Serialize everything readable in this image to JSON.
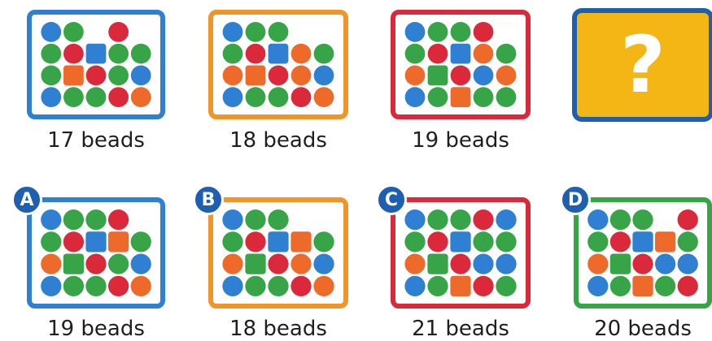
{
  "colors": {
    "blue": "#2f7fd2",
    "green": "#37a447",
    "lightgreen": "#5cb85a",
    "red": "#d9293a",
    "orange": "#ee6a2a",
    "frame_blue": "#2f7fd2",
    "frame_orange": "#f0952a",
    "frame_red": "#d9293a",
    "frame_green": "#37a447",
    "mystery_bg": "#f4b614",
    "badge_bg": "#1f5fb0"
  },
  "cards": [
    {
      "id": "seq1",
      "frame": "frame_blue",
      "label": "17 beads",
      "rows": [
        [
          "blue",
          "green",
          "",
          "red",
          ""
        ],
        [
          "green",
          "red",
          "blue-sq",
          "green",
          "green"
        ],
        [
          "green",
          "orange-sq",
          "red",
          "green",
          "blue"
        ],
        [
          "blue",
          "green",
          "green",
          "red",
          "orange"
        ]
      ]
    },
    {
      "id": "seq2",
      "frame": "frame_orange",
      "label": "18 beads",
      "rows": [
        [
          "blue",
          "green",
          "green",
          "",
          ""
        ],
        [
          "green",
          "red",
          "blue-sq",
          "orange",
          "green"
        ],
        [
          "orange",
          "orange-sq",
          "red",
          "orange",
          "blue"
        ],
        [
          "blue",
          "green",
          "green",
          "red",
          "orange"
        ]
      ]
    },
    {
      "id": "seq3",
      "frame": "frame_red",
      "label": "19 beads",
      "rows": [
        [
          "blue",
          "green",
          "green",
          "red",
          ""
        ],
        [
          "green",
          "red",
          "blue-sq",
          "orange",
          "green"
        ],
        [
          "orange",
          "green-sq",
          "red",
          "blue",
          "orange"
        ],
        [
          "blue",
          "green",
          "orange-sq",
          "green",
          "green"
        ]
      ]
    },
    {
      "id": "optA",
      "frame": "frame_blue",
      "label": "19 beads",
      "badge": "A",
      "rows": [
        [
          "blue",
          "green",
          "green",
          "red",
          ""
        ],
        [
          "green",
          "red",
          "blue-sq",
          "orange-sq",
          "green"
        ],
        [
          "orange",
          "green-sq",
          "red",
          "green",
          "blue"
        ],
        [
          "blue",
          "green",
          "green",
          "red",
          "orange"
        ]
      ]
    },
    {
      "id": "optB",
      "frame": "frame_orange",
      "label": "18 beads",
      "badge": "B",
      "rows": [
        [
          "blue",
          "green",
          "green",
          "",
          ""
        ],
        [
          "green",
          "red",
          "blue-sq",
          "orange-sq",
          "green"
        ],
        [
          "orange",
          "green-sq",
          "red",
          "orange",
          "blue"
        ],
        [
          "blue",
          "green",
          "green",
          "red",
          "orange"
        ]
      ]
    },
    {
      "id": "optC",
      "frame": "frame_red",
      "label": "21 beads",
      "badge": "C",
      "rows": [
        [
          "blue",
          "green",
          "green",
          "red",
          "blue"
        ],
        [
          "green",
          "red",
          "blue-sq",
          "green",
          "green"
        ],
        [
          "orange",
          "green-sq",
          "red",
          "blue",
          "blue"
        ],
        [
          "blue",
          "green",
          "orange-sq",
          "red",
          "green"
        ]
      ]
    },
    {
      "id": "optD",
      "frame": "frame_green",
      "label": "20 beads",
      "badge": "D",
      "rows": [
        [
          "blue",
          "green",
          "green",
          "",
          "red"
        ],
        [
          "green",
          "red",
          "blue-sq",
          "orange-sq",
          "green"
        ],
        [
          "orange",
          "green-sq",
          "red",
          "blue",
          "blue"
        ],
        [
          "blue",
          "green",
          "orange-sq",
          "green",
          "red"
        ]
      ]
    }
  ],
  "mystery": {
    "symbol": "?"
  }
}
